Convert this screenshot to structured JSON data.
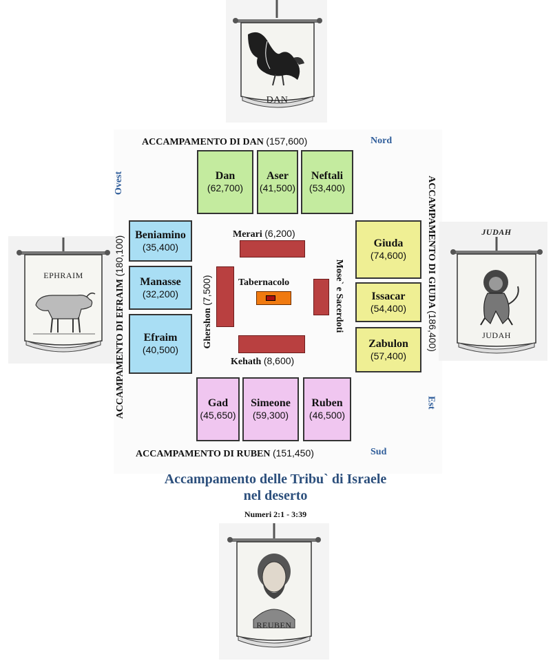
{
  "camps": {
    "north": {
      "label": "ACCAMPAMENTO DI DAN",
      "total": "(157,600)"
    },
    "east": {
      "label": "ACCAMPAMENTO DI GIUDA",
      "total": "(186,400)"
    },
    "south": {
      "label": "ACCAMPAMENTO DI RUBEN",
      "total": "(151,450)"
    },
    "west": {
      "label": "ACCAMPAMENTO DI EFRAIM",
      "total": "(180,100)"
    }
  },
  "directions": {
    "north": "Nord",
    "east": "Est",
    "south": "Sud",
    "west": "Ovest"
  },
  "tribes": {
    "dan": {
      "name": "Dan",
      "count": "(62,700)"
    },
    "aser": {
      "name": "Aser",
      "count": "(41,500)"
    },
    "neftali": {
      "name": "Neftali",
      "count": "(53,400)"
    },
    "beniamino": {
      "name": "Beniamino",
      "count": "(35,400)"
    },
    "manasse": {
      "name": "Manasse",
      "count": "(32,200)"
    },
    "efraim": {
      "name": "Efraim",
      "count": "(40,500)"
    },
    "giuda": {
      "name": "Giuda",
      "count": "(74,600)"
    },
    "issacar": {
      "name": "Issacar",
      "count": "(54,400)"
    },
    "zabulon": {
      "name": "Zabulon",
      "count": "(57,400)"
    },
    "gad": {
      "name": "Gad",
      "count": "(45,650)"
    },
    "simeone": {
      "name": "Simeone",
      "count": "(59,300)"
    },
    "ruben": {
      "name": "Ruben",
      "count": "(46,500)"
    }
  },
  "levites": {
    "merari": {
      "name": "Merari",
      "count": "(6,200)"
    },
    "gershon": {
      "name": "Ghershon",
      "count": "(7,500)"
    },
    "kehath": {
      "name": "Kehath",
      "count": "(8,600)"
    },
    "mose": {
      "name": "Mose` e Sacerdoti"
    }
  },
  "tabernacle": {
    "label": "Tabernacolo"
  },
  "title": {
    "line1": "Accampamento delle Tribu` di Israele",
    "line2": "nel deserto"
  },
  "reference": "Numeri 2:1 - 3:39",
  "banners": {
    "dan": "DAN",
    "ephraim": "EPHRAIM",
    "judah": "JUDAH",
    "judah_top": "JUDAH",
    "reuben": "REUBEN"
  },
  "colors": {
    "north_tribes": "#c4eb9f",
    "west_tribes": "#a9def4",
    "east_tribes": "#efef94",
    "south_tribes": "#f0c6f0",
    "levites": "#b94040",
    "tabernacle": "#f07a10",
    "title": "#2c4f7c",
    "directions": "#2f5d9a"
  }
}
